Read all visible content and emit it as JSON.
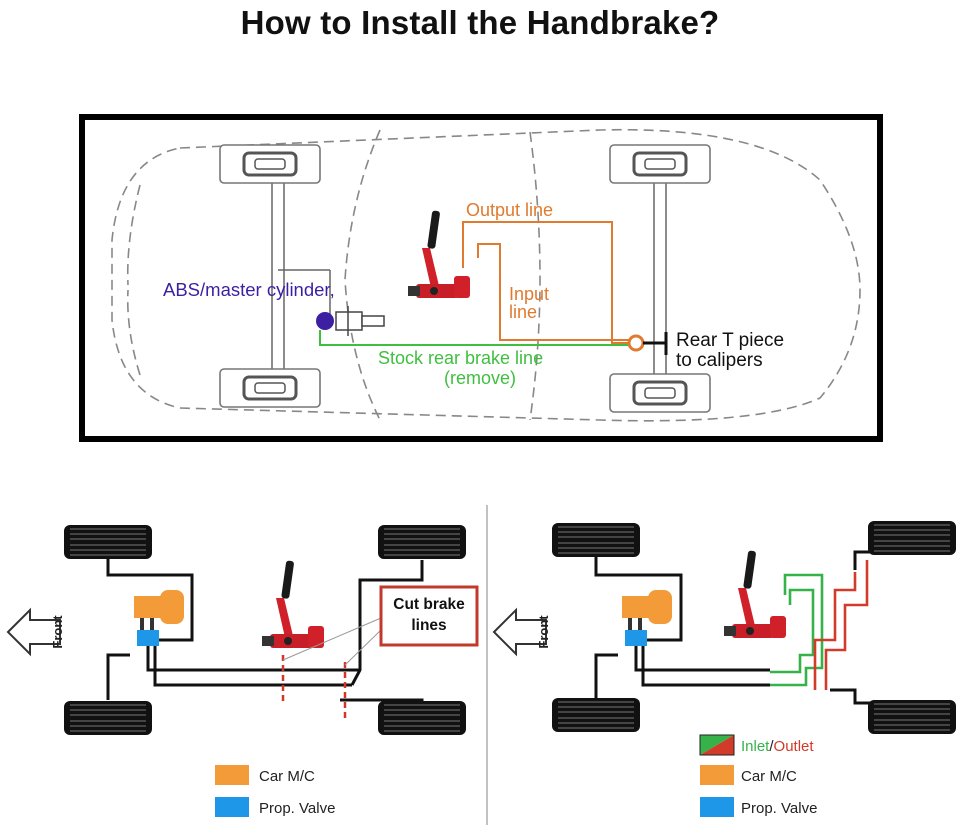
{
  "title": "How to Install the Handbrake?",
  "top_diagram": {
    "abs_label": "ABS/master cylinder,",
    "output_label": "Output line",
    "input_label_1": "Input",
    "input_label_2": "line",
    "stock_label_1": "Stock rear brake line",
    "stock_label_2": "(remove)",
    "rear_label_1": "Rear T piece",
    "rear_label_2": "to calipers"
  },
  "left_diagram": {
    "front_label": "Front",
    "cut_label_1": "Cut brake",
    "cut_label_2": "lines",
    "legend_mc": "Car M/C",
    "legend_valve": "Prop. Valve"
  },
  "right_diagram": {
    "front_label": "Front",
    "legend_inlet": "Inlet",
    "legend_slash": "/",
    "legend_outlet": "Outlet",
    "legend_mc": "Car M/C",
    "legend_valve": "Prop. Valve"
  },
  "colors": {
    "abs": "#3d1fa3",
    "output": "#e07a2e",
    "stock": "#3fbf3f",
    "cut": "#d2362a",
    "orange": "#f29b38",
    "blue": "#1f97e8",
    "inlet": "#36b24a",
    "outlet": "#d23a2a"
  }
}
